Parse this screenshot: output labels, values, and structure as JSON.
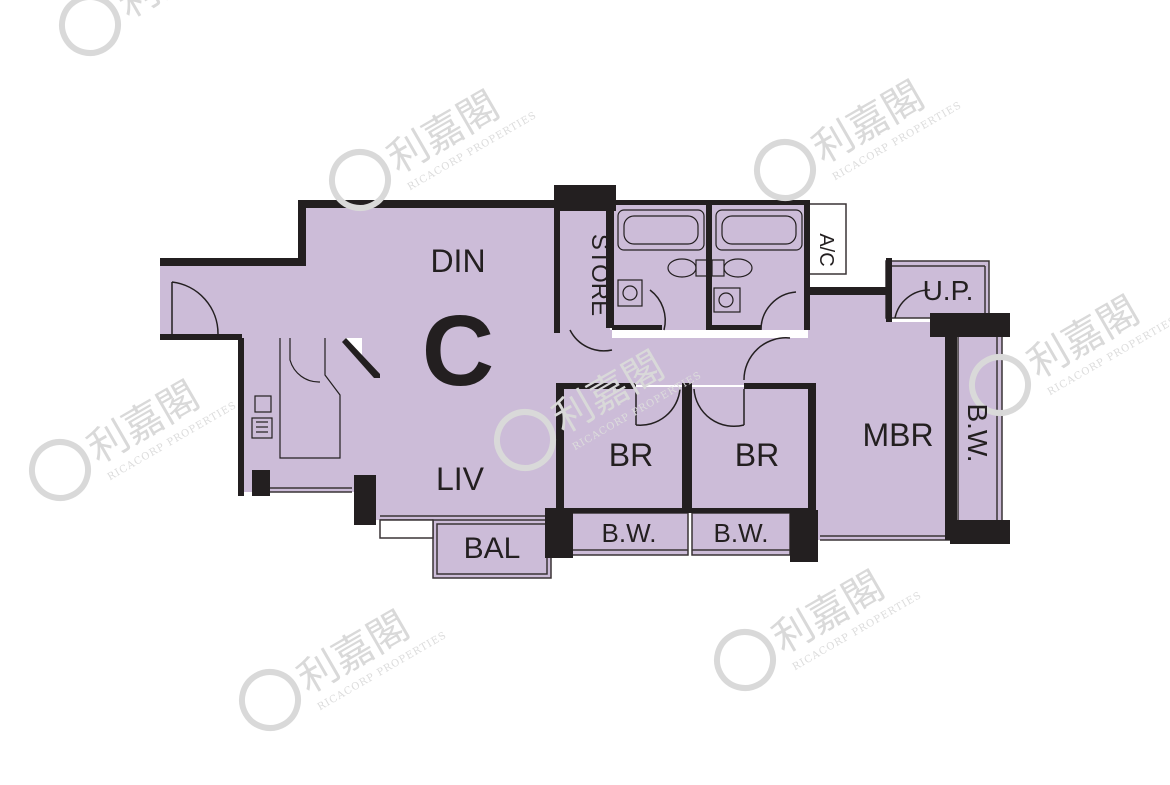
{
  "unit_letter": "C",
  "rooms": {
    "din": "DIN",
    "liv": "LIV",
    "store": "STORE",
    "ac": "A/C",
    "up": "U.P.",
    "mbr": "MBR",
    "br1": "BR",
    "br2": "BR",
    "bw_bottom1": "B.W.",
    "bw_bottom2": "B.W.",
    "bw_side": "B.W.",
    "bal": "BAL"
  },
  "watermark": {
    "brand_cn": "利嘉閣",
    "brand_en": "RICACORP PROPERTIES"
  },
  "colors": {
    "floor": "#ccbcd8",
    "wall": "#231f20",
    "outline": "#3a3436",
    "watermark": "#d9d9d9"
  }
}
